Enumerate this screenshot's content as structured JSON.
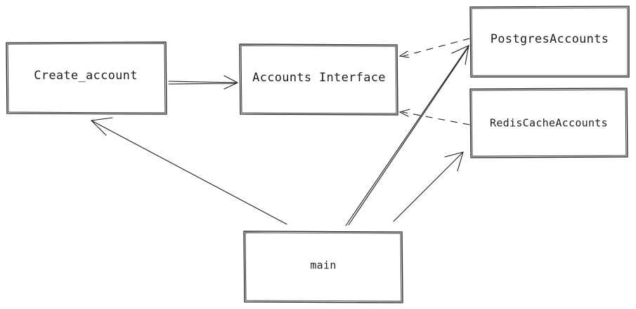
{
  "diagram": {
    "nodes": [
      {
        "id": "create_account",
        "label": "Create_account"
      },
      {
        "id": "accounts_interface",
        "label": "Accounts Interface"
      },
      {
        "id": "postgres_accounts",
        "label": "PostgresAccounts"
      },
      {
        "id": "rediscache_accounts",
        "label": "RedisCacheAccounts"
      },
      {
        "id": "main",
        "label": "main"
      }
    ],
    "edges": [
      {
        "from": "create_account",
        "to": "accounts_interface",
        "style": "solid"
      },
      {
        "from": "postgres_accounts",
        "to": "accounts_interface",
        "style": "dashed"
      },
      {
        "from": "rediscache_accounts",
        "to": "accounts_interface",
        "style": "dashed"
      },
      {
        "from": "main",
        "to": "create_account",
        "style": "solid"
      },
      {
        "from": "main",
        "to": "postgres_accounts",
        "style": "solid"
      },
      {
        "from": "main",
        "to": "rediscache_accounts",
        "style": "solid"
      }
    ],
    "colors": {
      "stroke": "#1e1e1e",
      "background": "#ffffff"
    }
  }
}
